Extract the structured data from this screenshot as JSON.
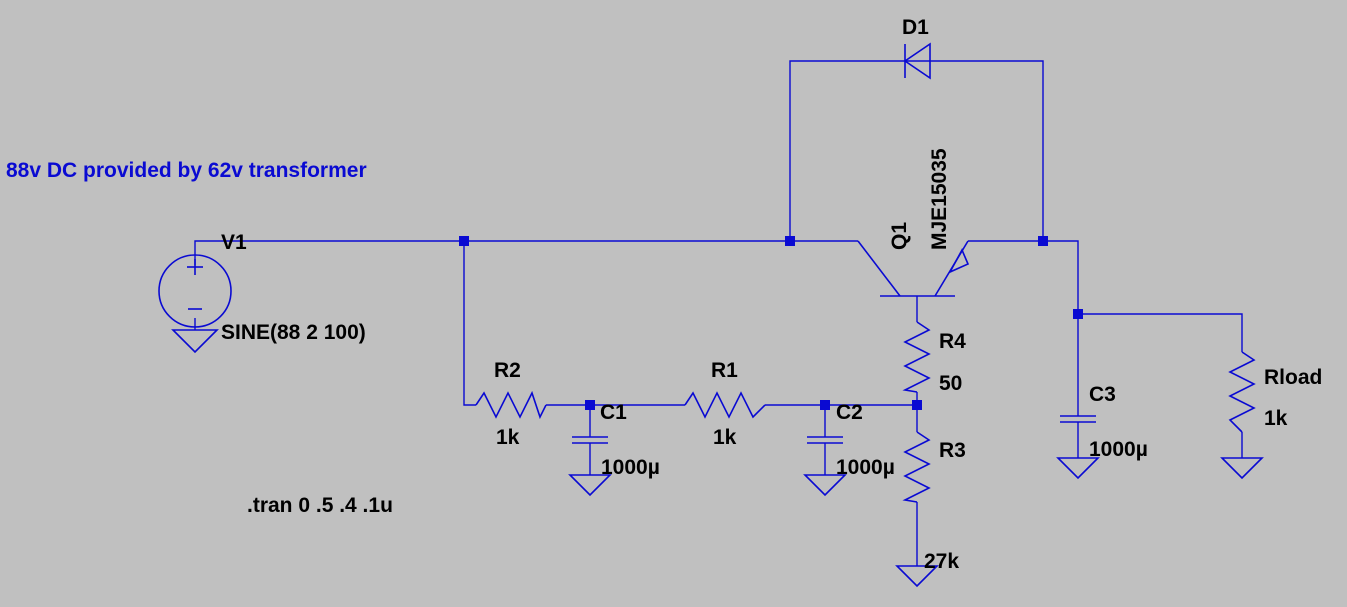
{
  "comment": "88v DC provided by 62v transformer",
  "directive": ".tran 0 .5 .4 .1u",
  "colors": {
    "background": "#c0c0c0",
    "wire": "#0a0ad2",
    "text": "#000000",
    "comment": "#0a0ad2"
  },
  "components": {
    "v1": {
      "name": "V1",
      "value": "SINE(88 2 100)"
    },
    "q1": {
      "name": "Q1",
      "value": "MJE15035"
    },
    "d1": {
      "name": "D1"
    },
    "r1": {
      "name": "R1",
      "value": "1k"
    },
    "r2": {
      "name": "R2",
      "value": "1k"
    },
    "r3": {
      "name": "R3",
      "value": "27k"
    },
    "r4": {
      "name": "R4",
      "value": "50"
    },
    "rload": {
      "name": "Rload",
      "value": "1k"
    },
    "c1": {
      "name": "C1",
      "value": "1000µ"
    },
    "c2": {
      "name": "C2",
      "value": "1000µ"
    },
    "c3": {
      "name": "C3",
      "value": "1000µ"
    }
  }
}
